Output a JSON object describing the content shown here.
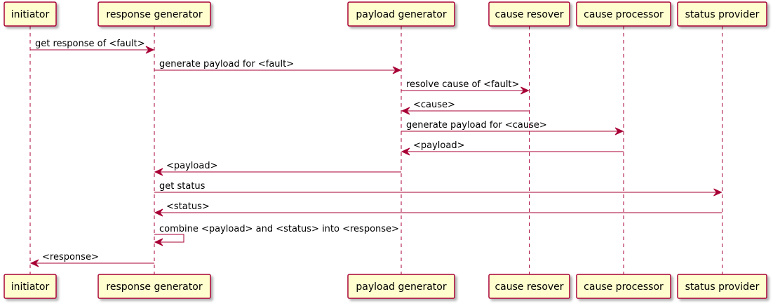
{
  "colors": {
    "participant_fill": "#FEFECE",
    "border": "#A80036",
    "text": "#000000"
  },
  "participants": [
    {
      "id": "initiator",
      "label": "initiator"
    },
    {
      "id": "response-generator",
      "label": "response generator"
    },
    {
      "id": "payload-generator",
      "label": "payload generator"
    },
    {
      "id": "cause-resover",
      "label": "cause resover"
    },
    {
      "id": "cause-processor",
      "label": "cause processor"
    },
    {
      "id": "status-provider",
      "label": "status provider"
    }
  ],
  "messages": [
    {
      "from": 0,
      "to": 1,
      "label": "get response of <fault>"
    },
    {
      "from": 1,
      "to": 2,
      "label": "generate payload for <fault>"
    },
    {
      "from": 2,
      "to": 3,
      "label": "resolve cause of <fault>"
    },
    {
      "from": 3,
      "to": 2,
      "label": "<cause>"
    },
    {
      "from": 2,
      "to": 4,
      "label": "generate payload for <cause>"
    },
    {
      "from": 4,
      "to": 2,
      "label": "<payload>"
    },
    {
      "from": 2,
      "to": 1,
      "label": "<payload>"
    },
    {
      "from": 1,
      "to": 5,
      "label": "get status"
    },
    {
      "from": 5,
      "to": 1,
      "label": "<status>"
    },
    {
      "from": 1,
      "to": 1,
      "label": "combine  <payload> and <status> into <response>"
    },
    {
      "from": 1,
      "to": 0,
      "label": "<response>"
    }
  ]
}
